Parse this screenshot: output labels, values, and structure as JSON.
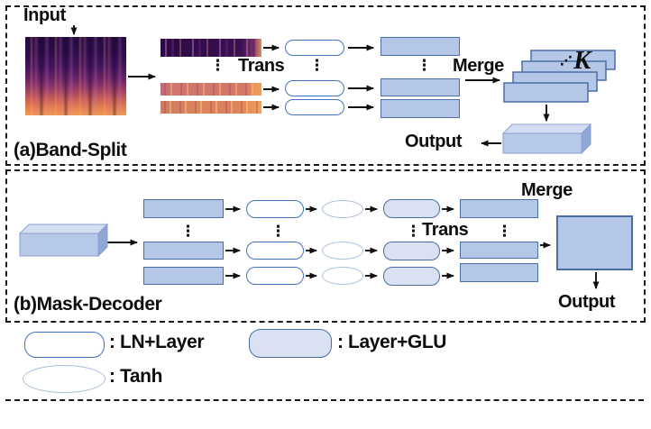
{
  "figure": {
    "panel_a": {
      "title": "(a)Band-Split",
      "input_label": "Input",
      "trans_label": "Trans",
      "merge_label": "Merge",
      "stack_dots": "⋰",
      "stack_count_label": "K",
      "output_label": "Output"
    },
    "panel_b": {
      "title": "(b)Mask-Decoder",
      "trans_label": "Trans",
      "merge_label": "Merge",
      "output_label": "Output"
    },
    "legend": {
      "items": [
        {
          "shape": "ln-block",
          "label": ": LN+Layer"
        },
        {
          "shape": "glu-block",
          "label": ": Layer+GLU"
        },
        {
          "shape": "tanh-ellipse",
          "label": ": Tanh"
        }
      ]
    },
    "ellipsis_vertical": "⋮",
    "colors": {
      "block_fill": "#b4c7e7",
      "block_border": "#4a6da7",
      "glu_fill": "#dae1f3",
      "ln_border": "#4472c4",
      "tanh_border": "#a9bedd",
      "dash_border": "#1a1a1a",
      "arrow": "#111111"
    }
  }
}
